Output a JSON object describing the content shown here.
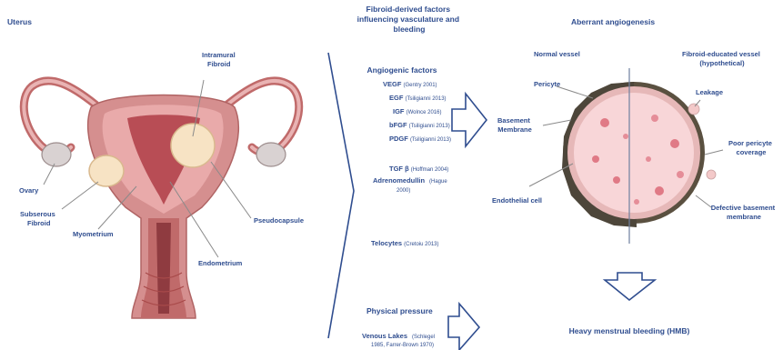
{
  "panels": {
    "uterus": {
      "title": "Uterus",
      "labels": {
        "intramural_line1": "Intramural",
        "intramural_line2": "Fibroid",
        "ovary": "Ovary",
        "subserous_line1": "Subserous",
        "subserous_line2": "Fibroid",
        "myometrium": "Myometrium",
        "pseudocapsule": "Pseudocapsule",
        "endometrium": "Endometrium"
      }
    },
    "factors": {
      "title_line1": "Fibroid-derived factors",
      "title_line2": "influencing vasculature and",
      "title_line3": "bleeding",
      "group_title": "Angiogenic factors",
      "items": [
        {
          "name": "VEGF",
          "ref": "(Gentry 2001)"
        },
        {
          "name": "EGF",
          "ref": "(Tsiligianni 2013)"
        },
        {
          "name": "IGF",
          "ref": "(Wolnce 2016)"
        },
        {
          "name": "bFGF",
          "ref": "(Tsiligianni 2013)"
        },
        {
          "name": "PDGF",
          "ref": "(Tsiligianni 2013)"
        },
        {
          "name": "TGF β",
          "ref": "(Hoffman 2004)"
        }
      ],
      "adrenomedullin_line1": "Adrenomedullin",
      "adrenomedullin_ref1": "(Hague",
      "adrenomedullin_ref2": "2000)",
      "telocytes": "Telocytes",
      "telocytes_ref": "(Cretoiu 2013)",
      "physical_pressure": "Physical pressure",
      "venous_lakes": "Venous Lakes",
      "venous_ref1": "(Schlegel",
      "venous_ref2": "1985, Farrer-Brown 1970)"
    },
    "angiogenesis": {
      "title": "Aberrant angiogenesis",
      "normal_vessel": "Normal vessel",
      "fibroid_vessel_line1": "Fibroid-educated vessel",
      "fibroid_vessel_line2": "(hypothetical)",
      "pericyte": "Pericyte",
      "leakage": "Leakage",
      "basement_line1": "Basement",
      "basement_line2": "Membrane",
      "poor_pericyte_line1": "Poor pericyte",
      "poor_pericyte_line2": "coverage",
      "endothelial_cell": "Endothelial cell",
      "defective_line1": "Defective basement",
      "defective_line2": "membrane",
      "outcome": "Heavy menstrual bleeding (HMB)"
    }
  },
  "colors": {
    "label_blue": "#2f4d8f",
    "uterus_outer": "#c98b8b",
    "uterus_dark": "#a84a4a",
    "fibroid": "#f7e3c4",
    "vessel_fill": "#f8d6d8",
    "vessel_wall": "#5a5040"
  }
}
